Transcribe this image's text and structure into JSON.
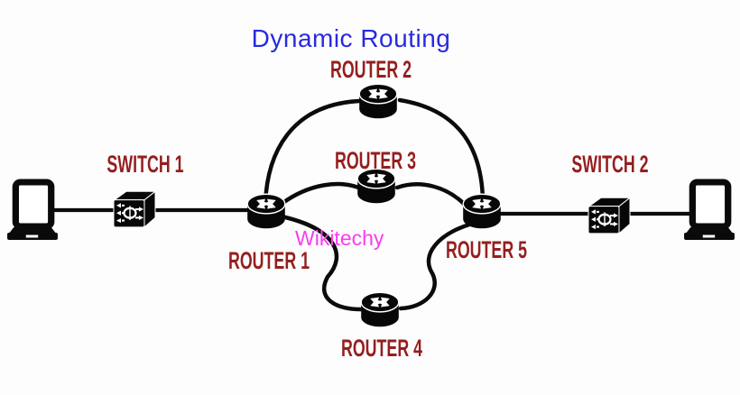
{
  "title": "Dynamic Routing",
  "watermark": "Wikitechy",
  "nodes": {
    "computer_left": {
      "type": "computer"
    },
    "switch1": {
      "type": "switch",
      "label": "SWITCH 1"
    },
    "router1": {
      "type": "router",
      "label": "ROUTER 1"
    },
    "router2": {
      "type": "router",
      "label": "ROUTER 2"
    },
    "router3": {
      "type": "router",
      "label": "ROUTER 3"
    },
    "router4": {
      "type": "router",
      "label": "ROUTER 4"
    },
    "router5": {
      "type": "router",
      "label": "ROUTER 5"
    },
    "switch2": {
      "type": "switch",
      "label": "SWITCH 2"
    },
    "computer_right": {
      "type": "computer"
    }
  },
  "links": [
    "computer_left-switch1",
    "switch1-router1",
    "router1-router2",
    "router2-router5",
    "router1-router3",
    "router3-router5",
    "router1-router4",
    "router4-router5",
    "router5-switch2",
    "switch2-computer_right"
  ],
  "colors": {
    "title_color": "#2929e0",
    "node_label_color": "#961e1e",
    "watermark_color": "#f93df0",
    "line_color": "#0b0b0b",
    "background_color": "#fdfdfd"
  }
}
